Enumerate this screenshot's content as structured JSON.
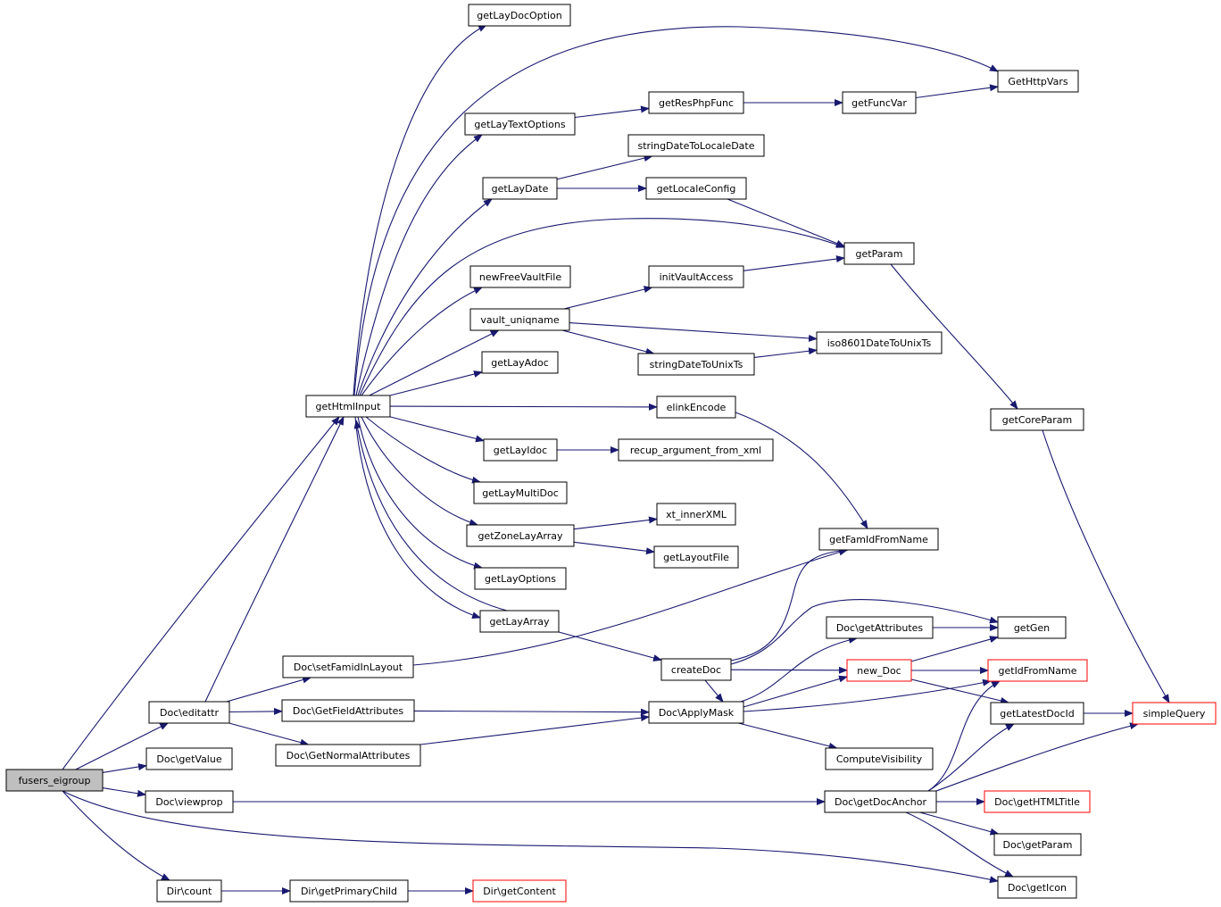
{
  "colors": {
    "edge": "#191970",
    "node_border": "#000000",
    "truncated_border": "#ff0000",
    "root_fill": "#bfbfbf",
    "node_fill": "#ffffff",
    "text": "#000000"
  },
  "nodes": [
    {
      "id": "fusers_eigroup",
      "label": "fusers_eigroup",
      "root": true
    },
    {
      "id": "getHtmlInput",
      "label": "getHtmlInput"
    },
    {
      "id": "getLayDocOption",
      "label": "getLayDocOption"
    },
    {
      "id": "getLayTextOptions",
      "label": "getLayTextOptions"
    },
    {
      "id": "getLayDate",
      "label": "getLayDate"
    },
    {
      "id": "newFreeVaultFile",
      "label": "newFreeVaultFile"
    },
    {
      "id": "vault_uniqname",
      "label": "vault_uniqname"
    },
    {
      "id": "getLayAdoc",
      "label": "getLayAdoc"
    },
    {
      "id": "getLayIdoc",
      "label": "getLayIdoc"
    },
    {
      "id": "getLayMultiDoc",
      "label": "getLayMultiDoc"
    },
    {
      "id": "getZoneLayArray",
      "label": "getZoneLayArray"
    },
    {
      "id": "getLayOptions",
      "label": "getLayOptions"
    },
    {
      "id": "getLayArray",
      "label": "getLayArray"
    },
    {
      "id": "getResPhpFunc",
      "label": "getResPhpFunc"
    },
    {
      "id": "stringDateToLocaleDate",
      "label": "stringDateToLocaleDate"
    },
    {
      "id": "getLocaleConfig",
      "label": "getLocaleConfig"
    },
    {
      "id": "initVaultAccess",
      "label": "initVaultAccess"
    },
    {
      "id": "stringDateToUnixTs",
      "label": "stringDateToUnixTs"
    },
    {
      "id": "elinkEncode",
      "label": "elinkEncode"
    },
    {
      "id": "recup_argument_from_xml",
      "label": "recup_argument_from_xml"
    },
    {
      "id": "xt_innerXML",
      "label": "xt_innerXML"
    },
    {
      "id": "getLayoutFile",
      "label": "getLayoutFile"
    },
    {
      "id": "createDoc",
      "label": "createDoc"
    },
    {
      "id": "getFuncVar",
      "label": "getFuncVar"
    },
    {
      "id": "GetHttpVars",
      "label": "GetHttpVars"
    },
    {
      "id": "getParam",
      "label": "getParam"
    },
    {
      "id": "iso8601DateToUnixTs",
      "label": "iso8601DateToUnixTs"
    },
    {
      "id": "getCoreParam",
      "label": "getCoreParam"
    },
    {
      "id": "getFamIdFromName",
      "label": "getFamIdFromName"
    },
    {
      "id": "DocGetAttributes",
      "label": "Doc\\getAttributes"
    },
    {
      "id": "getGen",
      "label": "getGen"
    },
    {
      "id": "new_Doc",
      "label": "new_Doc",
      "truncated": true
    },
    {
      "id": "getIdFromName",
      "label": "getIdFromName",
      "truncated": true
    },
    {
      "id": "DocApplyMask",
      "label": "Doc\\ApplyMask"
    },
    {
      "id": "getLatestDocId",
      "label": "getLatestDocId"
    },
    {
      "id": "simpleQuery",
      "label": "simpleQuery",
      "truncated": true
    },
    {
      "id": "ComputeVisibility",
      "label": "ComputeVisibility"
    },
    {
      "id": "DocGetDocAnchor",
      "label": "Doc\\getDocAnchor"
    },
    {
      "id": "DocGetHTMLTitle",
      "label": "Doc\\getHTMLTitle",
      "truncated": true
    },
    {
      "id": "DocGetParam",
      "label": "Doc\\getParam"
    },
    {
      "id": "DocGetIcon",
      "label": "Doc\\getIcon"
    },
    {
      "id": "DocSetFamidInLayout",
      "label": "Doc\\setFamidInLayout"
    },
    {
      "id": "DocEditattr",
      "label": "Doc\\editattr"
    },
    {
      "id": "DocGetFieldAttributes",
      "label": "Doc\\GetFieldAttributes"
    },
    {
      "id": "DocGetNormalAttributes",
      "label": "Doc\\GetNormalAttributes"
    },
    {
      "id": "DocGetValue",
      "label": "Doc\\getValue"
    },
    {
      "id": "DocViewprop",
      "label": "Doc\\viewprop"
    },
    {
      "id": "DirCount",
      "label": "Dir\\count"
    },
    {
      "id": "DirGetPrimaryChild",
      "label": "Dir\\getPrimaryChild"
    },
    {
      "id": "DirGetContent",
      "label": "Dir\\getContent",
      "truncated": true
    }
  ],
  "edges": [
    [
      "fusers_eigroup",
      "getHtmlInput"
    ],
    [
      "fusers_eigroup",
      "DocEditattr"
    ],
    [
      "fusers_eigroup",
      "DocGetValue"
    ],
    [
      "fusers_eigroup",
      "DocViewprop"
    ],
    [
      "fusers_eigroup",
      "DirCount"
    ],
    [
      "fusers_eigroup",
      "DocGetIcon"
    ],
    [
      "DocEditattr",
      "getHtmlInput"
    ],
    [
      "DocEditattr",
      "DocSetFamidInLayout"
    ],
    [
      "DocEditattr",
      "DocGetFieldAttributes"
    ],
    [
      "DocEditattr",
      "DocGetNormalAttributes"
    ],
    [
      "getHtmlInput",
      "getLayDocOption"
    ],
    [
      "getHtmlInput",
      "GetHttpVars"
    ],
    [
      "getHtmlInput",
      "getLayTextOptions"
    ],
    [
      "getHtmlInput",
      "getLayDate"
    ],
    [
      "getHtmlInput",
      "getParam"
    ],
    [
      "getHtmlInput",
      "newFreeVaultFile"
    ],
    [
      "getHtmlInput",
      "vault_uniqname"
    ],
    [
      "getHtmlInput",
      "getLayAdoc"
    ],
    [
      "getHtmlInput",
      "elinkEncode"
    ],
    [
      "getHtmlInput",
      "getLayIdoc"
    ],
    [
      "getHtmlInput",
      "getLayMultiDoc"
    ],
    [
      "getHtmlInput",
      "getZoneLayArray"
    ],
    [
      "getHtmlInput",
      "getLayOptions"
    ],
    [
      "getHtmlInput",
      "getLayArray"
    ],
    [
      "getLayArray",
      "getHtmlInput"
    ],
    [
      "getLayTextOptions",
      "getResPhpFunc"
    ],
    [
      "getResPhpFunc",
      "getFuncVar"
    ],
    [
      "getFuncVar",
      "GetHttpVars"
    ],
    [
      "getLayDate",
      "stringDateToLocaleDate"
    ],
    [
      "getLayDate",
      "getLocaleConfig"
    ],
    [
      "getLocaleConfig",
      "getParam"
    ],
    [
      "vault_uniqname",
      "initVaultAccess"
    ],
    [
      "vault_uniqname",
      "iso8601DateToUnixTs"
    ],
    [
      "vault_uniqname",
      "stringDateToUnixTs"
    ],
    [
      "initVaultAccess",
      "getParam"
    ],
    [
      "stringDateToUnixTs",
      "iso8601DateToUnixTs"
    ],
    [
      "getParam",
      "getCoreParam"
    ],
    [
      "getCoreParam",
      "simpleQuery"
    ],
    [
      "elinkEncode",
      "getFamIdFromName"
    ],
    [
      "getLayIdoc",
      "recup_argument_from_xml"
    ],
    [
      "getZoneLayArray",
      "xt_innerXML"
    ],
    [
      "getZoneLayArray",
      "getLayoutFile"
    ],
    [
      "getLayArray",
      "createDoc"
    ],
    [
      "createDoc",
      "getFamIdFromName"
    ],
    [
      "createDoc",
      "getGen"
    ],
    [
      "createDoc",
      "new_Doc"
    ],
    [
      "createDoc",
      "DocApplyMask"
    ],
    [
      "DocSetFamidInLayout",
      "getFamIdFromName"
    ],
    [
      "DocGetFieldAttributes",
      "DocApplyMask"
    ],
    [
      "DocGetNormalAttributes",
      "DocApplyMask"
    ],
    [
      "DocApplyMask",
      "DocGetAttributes"
    ],
    [
      "DocApplyMask",
      "new_Doc"
    ],
    [
      "DocApplyMask",
      "getIdFromName"
    ],
    [
      "DocApplyMask",
      "ComputeVisibility"
    ],
    [
      "DocGetAttributes",
      "getGen"
    ],
    [
      "new_Doc",
      "getGen"
    ],
    [
      "new_Doc",
      "getIdFromName"
    ],
    [
      "new_Doc",
      "getLatestDocId"
    ],
    [
      "getLatestDocId",
      "simpleQuery"
    ],
    [
      "DocViewprop",
      "DocGetDocAnchor"
    ],
    [
      "DocGetDocAnchor",
      "getIdFromName"
    ],
    [
      "DocGetDocAnchor",
      "getLatestDocId"
    ],
    [
      "DocGetDocAnchor",
      "simpleQuery"
    ],
    [
      "DocGetDocAnchor",
      "DocGetHTMLTitle"
    ],
    [
      "DocGetDocAnchor",
      "DocGetParam"
    ],
    [
      "DocGetDocAnchor",
      "DocGetIcon"
    ],
    [
      "DirCount",
      "DirGetPrimaryChild"
    ],
    [
      "DirGetPrimaryChild",
      "DirGetContent"
    ]
  ]
}
